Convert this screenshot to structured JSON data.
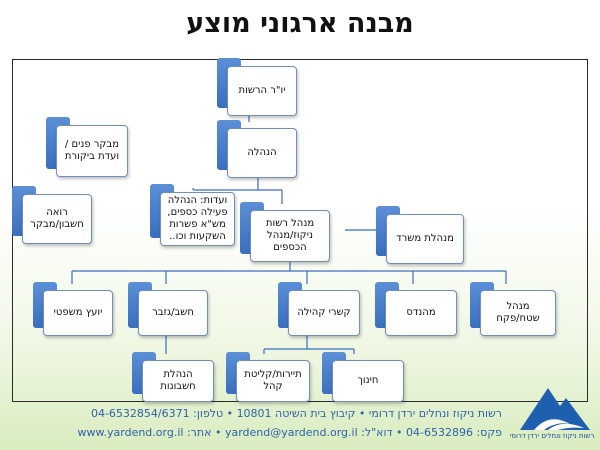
{
  "title": "מבנה ארגוני מוצע",
  "nodes": {
    "chairman": "יו\"ר הרשות",
    "management": "הנהלה",
    "internal_auditor": "מבקר פנים / ועדת ביקורת",
    "accountant_auditor": "רואה חשבון/מבקר",
    "committees": "ועדות: הנהלה פעילה כספים, מש\"א פשרות השקעות וכו..",
    "director": "מנהל רשות ניקוז/מנהל הכספים",
    "office_manager": "מנהלת משרד",
    "legal_advisor": "יועץ משפטי",
    "treasurer": "חשב/גזבר",
    "community_relations": "קשרי קהילה",
    "engineer": "מהנדס",
    "field_manager": "מנהל שטח/פקח",
    "accounting_manager": "הנהלת חשבונות",
    "tourism": "תיירות/קליטת קהל",
    "education": "חינוך"
  },
  "footer": {
    "line1": "רשות ניקוז ונחלים ירדן דרומי  •  קיבוץ בית השיטה 10801  •  טלפון: 04-6532854/6371",
    "line2": "פקס: 04-6532896  •  דוא\"ל: yardend@yardend.org.il  •  אתר: www.yardend.org.il"
  },
  "logo": {
    "text": "רשות ניקוז ונחלים ירדן דרומי",
    "color": "#1f5fb0"
  }
}
